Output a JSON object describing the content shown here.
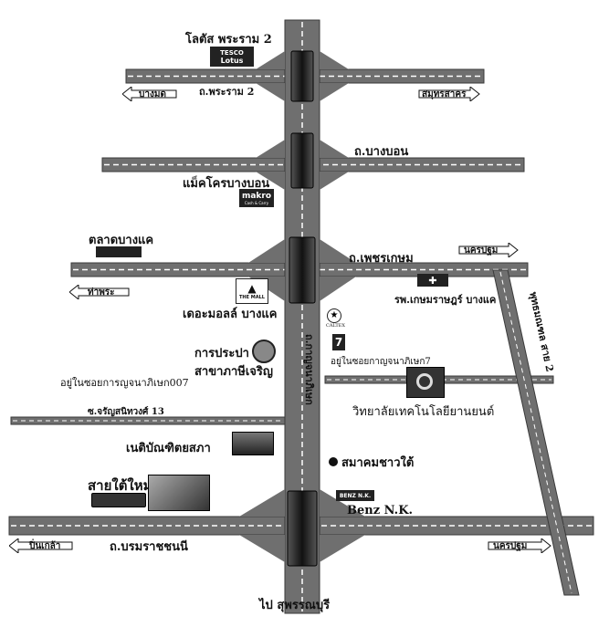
{
  "landmarks": {
    "lotus_rama2": "โลตัส พระราม 2",
    "makro_bangbon": "แม็คโครบางบอน",
    "talad_bangkhae": "ตลาดบางแค",
    "the_mall": "เดอะมอลล์ บางแค",
    "kasemrad": "รพ.เกษมราษฎร์ บางแค",
    "water_authority_1": "การประปา",
    "water_authority_2": "สาขาภาษีเจริญ",
    "kanchanaphisek_soi": "อยู่ในซอยกาญจนาภิเษก7",
    "kanchanaphisek_007": "อยู่ในซอยการญจนาภิเษก007",
    "tech_college": "วิทยาลัยเทคโนโลยียานยนต์",
    "lawyers_council": "เนติบัณฑิตยสภา",
    "southern_assoc": "สมาคมชาวใต้",
    "sai_tai_mai": "สายใต้ใหม่",
    "benz_nk": "Benz N.K.",
    "to_suphan": "ไป สุพรรณบุรี"
  },
  "roads": {
    "rama2": "ถ.พระราม 2",
    "bangbon": "ถ.บางบอน",
    "phetkasem": "ถ.เพชรเกษม",
    "boromratchachonnani": "ถ.บรมราชชนนี",
    "kanchanaphisek": "ถ.กาญจนาภิเษก",
    "charan_13": "ซ.จรัญสนิทวงศ์ 13",
    "phutthamonthon_2": "พุทธมณฑล สาย 2"
  },
  "directions": {
    "bangmot": "บางมด",
    "samut_sakhon": "สมุทรสาคร",
    "tha_phra": "ท่าพระ",
    "nakhon_pathom_1": "นครปฐม",
    "pinklao": "ปิ่นเกล้า",
    "nakhon_pathom_2": "นครปฐม"
  },
  "logos": {
    "tesco": "TESCO",
    "lotus": "Lotus",
    "makro": "makro",
    "makro_sub": "Cash & Carry",
    "the_mall": "THE MALL",
    "caltex": "CALTEX",
    "seven": "7",
    "benz": "BENZ N.K."
  },
  "colors": {
    "road": "#6f6f6f",
    "road_edge": "#3a3a3a",
    "lane_mark": "#ffffff",
    "bridge": "#1a1a1a"
  }
}
